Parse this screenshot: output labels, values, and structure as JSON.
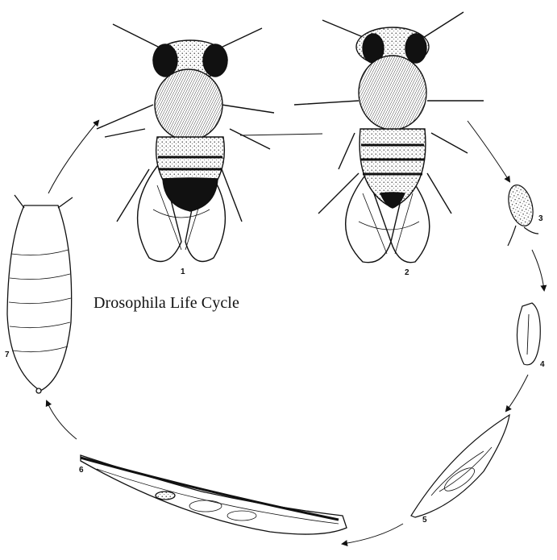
{
  "title": "Drosophila Life Cycle",
  "stage_labels": [
    "1",
    "2",
    "3",
    "4",
    "5",
    "6",
    "7"
  ],
  "colors": {
    "ink": "#111111",
    "paper": "#ffffff"
  }
}
